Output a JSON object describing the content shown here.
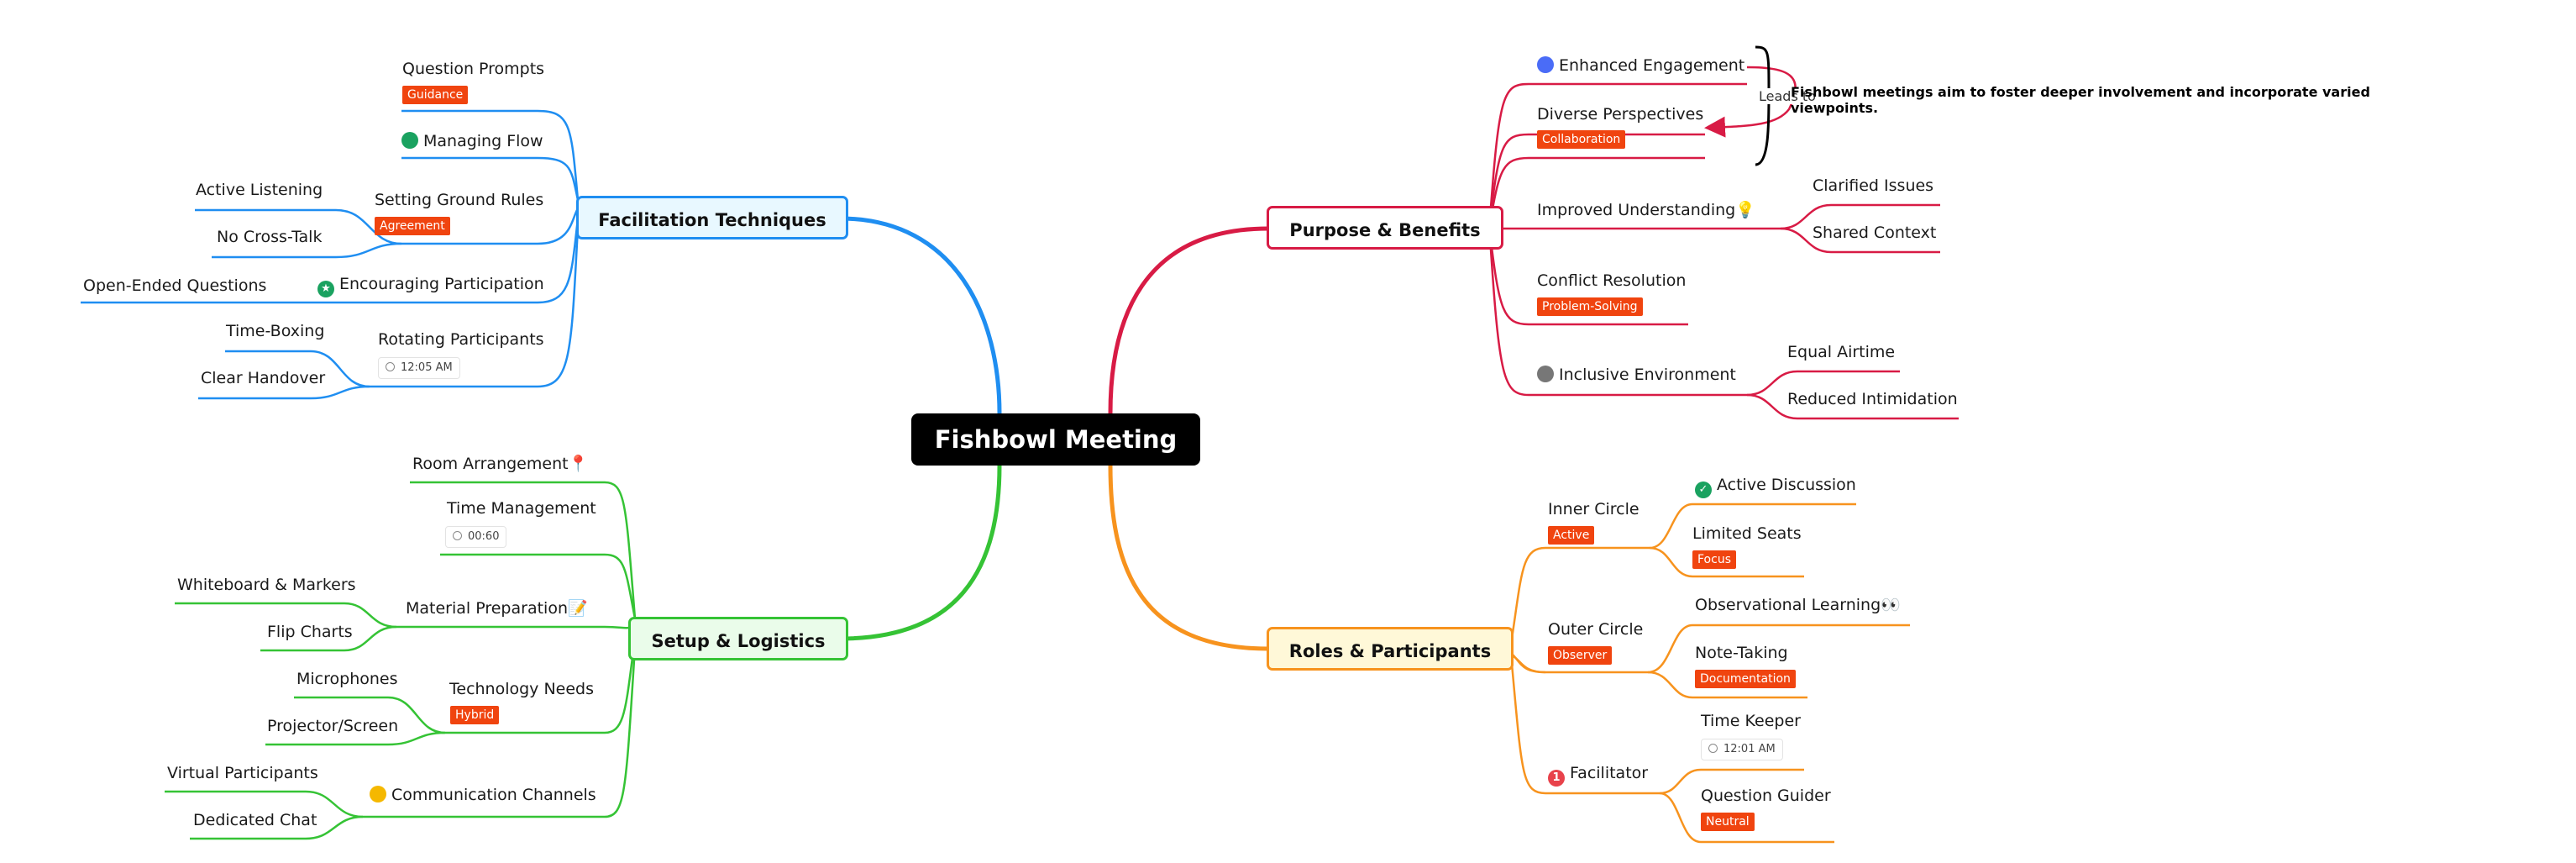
{
  "root": {
    "label": "Fishbowl Meeting"
  },
  "branches": {
    "facilitation": {
      "label": "Facilitation Techniques",
      "color": "#1f8ef1",
      "question_prompts": {
        "label": "Question Prompts",
        "tag": "Guidance"
      },
      "managing_flow": {
        "label": "Managing Flow",
        "icon": "pie-chart-icon"
      },
      "ground_rules": {
        "label": "Setting Ground Rules",
        "tag": "Agreement",
        "children": [
          "Active Listening",
          "No Cross-Talk"
        ]
      },
      "encouraging": {
        "label": "Encouraging Participation",
        "icon": "star-icon",
        "children": [
          "Open-Ended Questions"
        ]
      },
      "rotating": {
        "label": "Rotating Participants",
        "time": "12:05 AM",
        "children": [
          "Time-Boxing",
          "Clear Handover"
        ]
      }
    },
    "setup": {
      "label": "Setup & Logistics",
      "color": "#35c335",
      "room": {
        "label": "Room Arrangement📍"
      },
      "time_mgmt": {
        "label": "Time Management",
        "time": "00:60"
      },
      "material": {
        "label": "Material Preparation📝",
        "children": [
          "Whiteboard & Markers",
          "Flip Charts"
        ]
      },
      "technology": {
        "label": "Technology Needs",
        "tag": "Hybrid",
        "children": [
          "Microphones",
          "Projector/Screen"
        ]
      },
      "communication": {
        "label": "Communication Channels",
        "icon": "person-icon",
        "children": [
          "Virtual Participants",
          "Dedicated Chat"
        ]
      }
    },
    "purpose": {
      "label": "Purpose & Benefits",
      "color": "#d81b45",
      "engagement": {
        "label": "Enhanced Engagement",
        "icon": "person-icon"
      },
      "perspectives": {
        "label": "Diverse Perspectives",
        "tag": "Collaboration"
      },
      "understanding": {
        "label": "Improved Understanding💡",
        "children": [
          "Clarified Issues",
          "Shared Context"
        ]
      },
      "conflict": {
        "label": "Conflict Resolution",
        "tag": "Problem-Solving"
      },
      "inclusive": {
        "label": "Inclusive Environment",
        "icon": "person-icon",
        "children": [
          "Equal Airtime",
          "Reduced Intimidation"
        ]
      },
      "relation_label": "Leads to",
      "summary": "Fishbowl meetings aim to foster deeper involvement and incorporate varied viewpoints."
    },
    "roles": {
      "label": "Roles & Participants",
      "color": "#f7931e",
      "inner": {
        "label": "Inner Circle",
        "tag": "Active"
      },
      "active_discussion": {
        "label": "Active Discussion",
        "icon": "check-icon"
      },
      "limited_seats": {
        "label": "Limited Seats",
        "tag": "Focus"
      },
      "outer": {
        "label": "Outer Circle",
        "tag": "Observer"
      },
      "observational": {
        "label": "Observational Learning👀"
      },
      "note_taking": {
        "label": "Note-Taking",
        "tag": "Documentation"
      },
      "facilitator": {
        "label": "Facilitator",
        "icon": "number-1-icon",
        "badge": "1"
      },
      "time_keeper": {
        "label": "Time Keeper",
        "time": "12:01 AM"
      },
      "question_guider": {
        "label": "Question Guider",
        "tag": "Neutral"
      }
    }
  },
  "colors": {
    "root_bg": "#000000",
    "tag_bg": "#f0440f",
    "blue_fill": "#e8f8ff",
    "green_fill": "#eafcea",
    "red_fill": "#ffffff",
    "orange_fill": "#fff8d8"
  }
}
